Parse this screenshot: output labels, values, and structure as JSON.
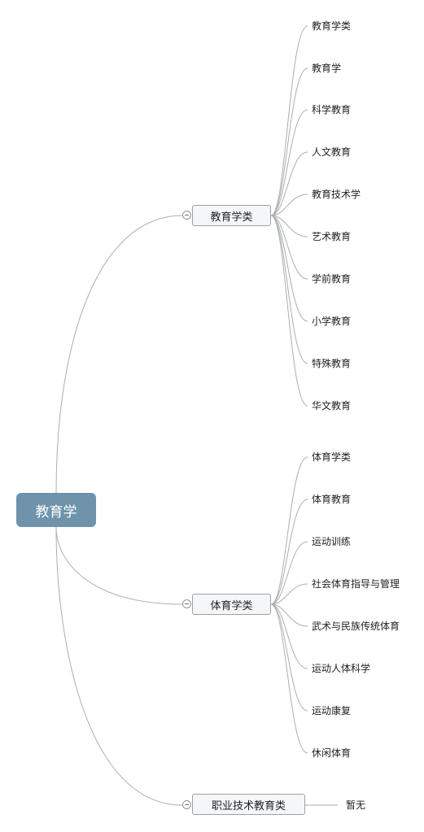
{
  "root": {
    "label": "教育学"
  },
  "branches": [
    {
      "label": "教育学类",
      "children": [
        "教育学类",
        "教育学",
        "科学教育",
        "人文教育",
        "教育技术学",
        "艺术教育",
        "学前教育",
        "小学教育",
        "特殊教育",
        "华文教育"
      ]
    },
    {
      "label": "体育学类",
      "children": [
        "体育学类",
        "体育教育",
        "运动训练",
        "社会体育指导与管理",
        "武术与民族传统体育",
        "运动人体科学",
        "运动康复",
        "休闲体育"
      ]
    },
    {
      "label": "职业技术教育类",
      "children": [
        "暂无"
      ]
    }
  ]
}
